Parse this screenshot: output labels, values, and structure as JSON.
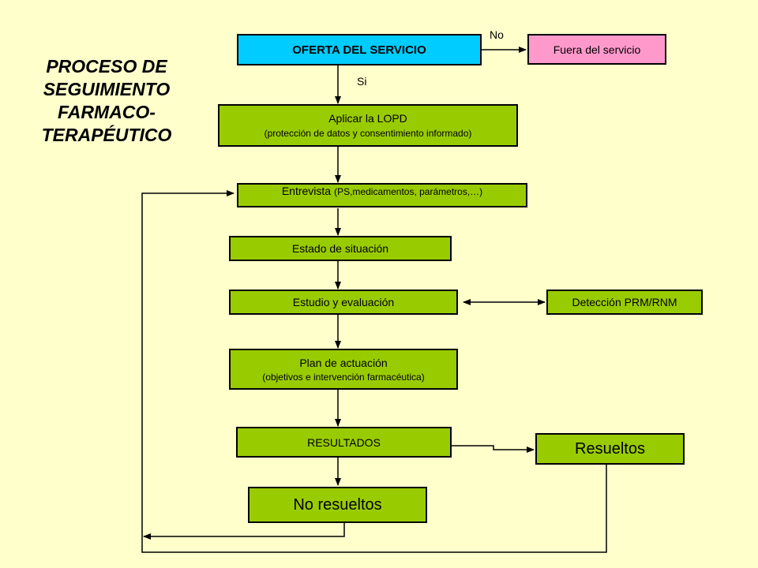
{
  "title_lines": [
    "PROCESO DE",
    "SEGUIMIENTO",
    "FARMACO-",
    "TERAPÉUTICO"
  ],
  "boxes": {
    "oferta": {
      "label": "OFERTA DEL SERVICIO"
    },
    "fuera": {
      "label": "Fuera del servicio"
    },
    "lopd": {
      "label": "Aplicar la LOPD",
      "sub": "(protección de datos y consentimiento informado)"
    },
    "entrevista": {
      "label": "Entrevista",
      "sub": "(PS,medicamentos, parámetros,…)"
    },
    "estado": {
      "label": "Estado de situación"
    },
    "estudio": {
      "label": "Estudio y evaluación"
    },
    "deteccion": {
      "label": "Detección PRM/RNM"
    },
    "plan": {
      "label": "Plan de actuación",
      "sub": "(objetivos e intervención farmacéutica)"
    },
    "resultados": {
      "label": "RESULTADOS"
    },
    "resueltos": {
      "label": "Resueltos"
    },
    "no_resueltos": {
      "label": "No resueltos"
    }
  },
  "edge_labels": {
    "no": "No",
    "si": "Si"
  },
  "colors": {
    "background": "#ffffcc",
    "green": "#99cc00",
    "blue": "#00ccff",
    "pink": "#ff99cc"
  }
}
